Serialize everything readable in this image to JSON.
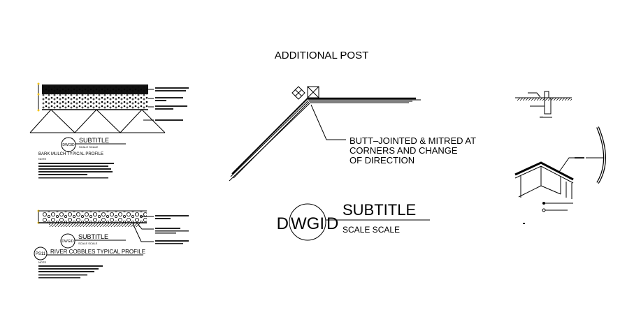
{
  "title": "ADDITIONAL POST",
  "callout": {
    "lines": [
      "BUTT–JOINTED & MITRED AT",
      "CORNERS AND CHANGE",
      "OF DIRECTION"
    ]
  },
  "main_tag": {
    "id": "DWGID",
    "id_left": "D",
    "id_mid": "WGI",
    "id_right": "D",
    "subtitle": "SUBTITLE",
    "scale": "SCALE SCALE"
  },
  "bark_mulch": {
    "tag_id": "DWGID",
    "subtitle": "SUBTITLE",
    "scale": "SCALE SCALE",
    "heading": "BARK MULCH TYPICAL PROFILE",
    "note": "NOTE"
  },
  "river_cobbles": {
    "tag_id": "DWGID",
    "subtitle": "SUBTITLE",
    "scale": "SCALE SCALE",
    "badge": "PS11",
    "heading": "RIVER COBBLES TYPICAL PROFILE",
    "note": "NOTE"
  },
  "colors": {
    "line": "#000000",
    "background": "#ffffff",
    "marker": "#f5c518"
  }
}
